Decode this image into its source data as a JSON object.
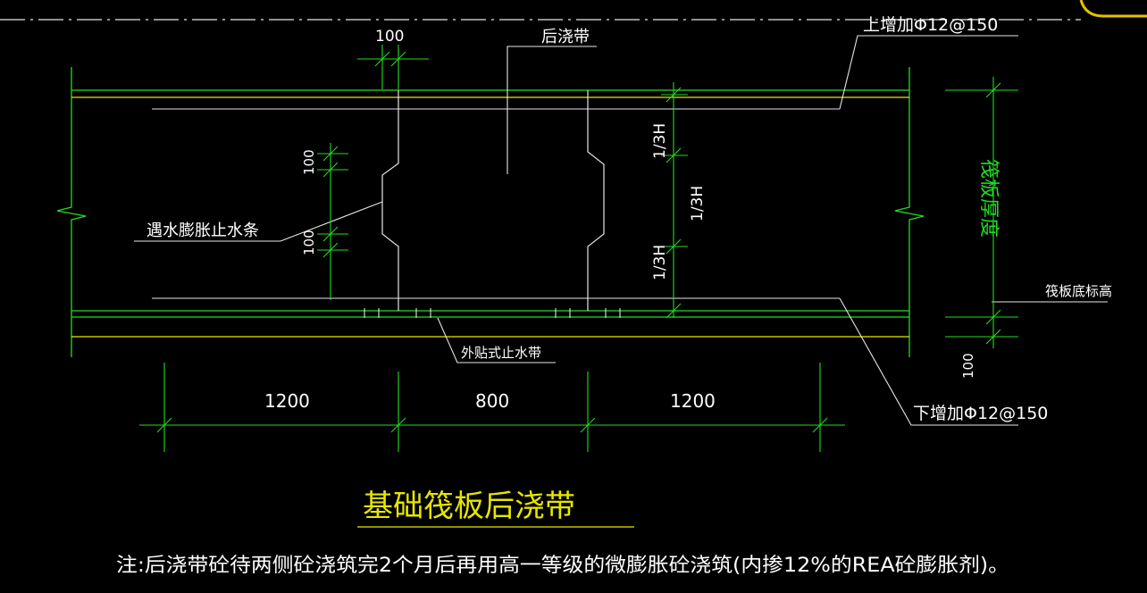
{
  "labels": {
    "dim_100_top": "100",
    "post_pour_band": "后浇带",
    "top_rebar": "上增加Φ12@150",
    "bottom_rebar": "下增加Φ12@150",
    "raft_thickness": "筏板厚度",
    "raft_bottom_elev": "筏板底标高",
    "water_swelling_strip": "遇水膨胀止水条",
    "external_waterstop": "外贴式止水带",
    "one_third_h_top": "1/3H",
    "one_third_h_mid": "1/3H",
    "one_third_h_bot": "1/3H",
    "dim_100_left_top": "100",
    "dim_100_left_bot": "100",
    "dim_100_right": "100",
    "dim_1200_left": "1200",
    "dim_800": "800",
    "dim_1200_right": "1200",
    "title": "基础筏板后浇带",
    "note": "注:后浇带砼待两侧砼浇筑完2个月后再用高一等级的微膨胀砼浇筑(内掺12%的REA砼膨胀剂)。"
  },
  "colors": {
    "background": "#000000",
    "line_white": "#e6e6e6",
    "line_green": "#22dd22",
    "line_yellow": "#e6e600",
    "text_white": "#ffffff",
    "text_green": "#22dd22",
    "title_yellow": "#e6e600"
  }
}
